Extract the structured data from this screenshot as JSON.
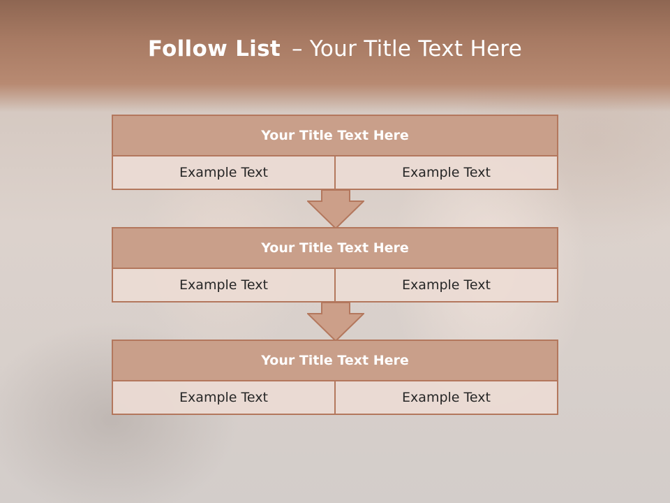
{
  "slide": {
    "title_lead": "Follow List",
    "title_separator": "–",
    "title_rest": "Your Title Text Here"
  },
  "steps": [
    {
      "title": "Your Title Text Here",
      "left": "Example Text",
      "right": "Example Text"
    },
    {
      "title": "Your Title Text Here",
      "left": "Example Text",
      "right": "Example Text"
    },
    {
      "title": "Your Title Text Here",
      "left": "Example Text",
      "right": "Example Text"
    }
  ],
  "colors": {
    "header": "#a77a63",
    "block_title_fill": "#c99f8a",
    "block_border": "#b3775d",
    "arrow_fill": "#cc9f89",
    "cell_fill": "#ecdbd4"
  }
}
